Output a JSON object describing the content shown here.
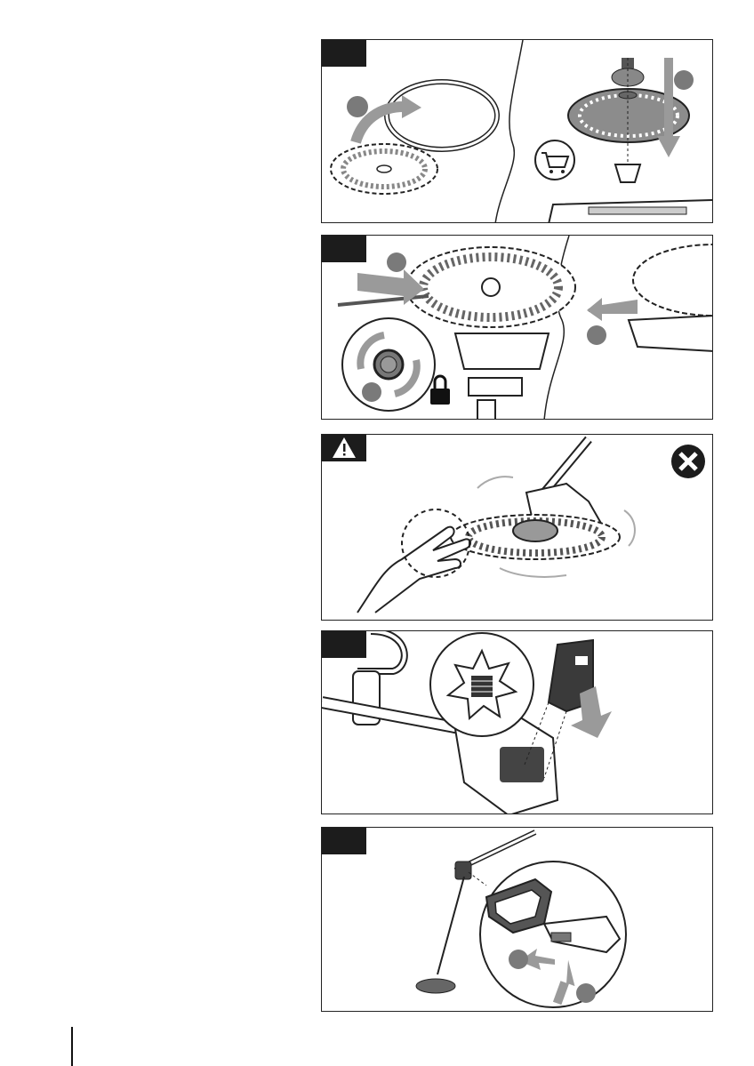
{
  "document": {
    "panels": [
      {
        "id": "blade-install",
        "marker": "black-tab",
        "icons": [
          "circle-marker",
          "cart-icon",
          "circle-marker"
        ]
      },
      {
        "id": "blade-tighten",
        "marker": "black-tab",
        "icons": [
          "circle-marker",
          "lock-icon",
          "circle-marker",
          "circle-marker"
        ]
      },
      {
        "id": "hand-warning",
        "marker": "warning-triangle-icon",
        "icons": [
          "prohibited-x-icon"
        ]
      },
      {
        "id": "battery-insert",
        "marker": "black-tab",
        "icons": [
          "click-burst-icon"
        ]
      },
      {
        "id": "battery-release",
        "marker": "black-tab",
        "icons": [
          "circle-marker",
          "circle-marker"
        ]
      }
    ],
    "colors": {
      "ink": "#1c1c1c",
      "marker_gray": "#7a7a7a",
      "arrow_gray": "#9a9a9a",
      "blade_gray": "#8c8c8c"
    }
  }
}
